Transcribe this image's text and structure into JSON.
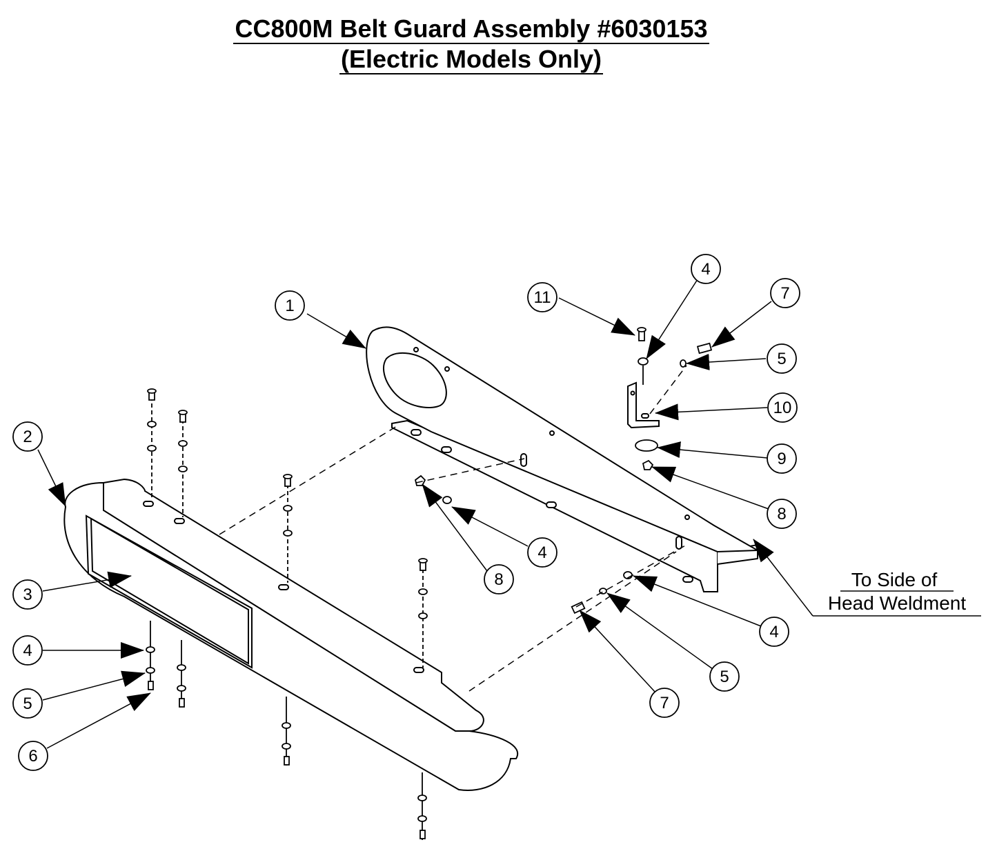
{
  "title": {
    "line1": "CC800M Belt Guard Assembly #6030153",
    "line2": "(Electric Models Only)"
  },
  "note": {
    "line1": "To Side of",
    "line2": "Head Weldment"
  },
  "callouts": [
    "1",
    "2",
    "3",
    "4",
    "5",
    "6",
    "7",
    "8",
    "9",
    "10",
    "11"
  ],
  "colors": {
    "line": "#000000",
    "background": "#ffffff",
    "part_fill": "#ffffff"
  }
}
